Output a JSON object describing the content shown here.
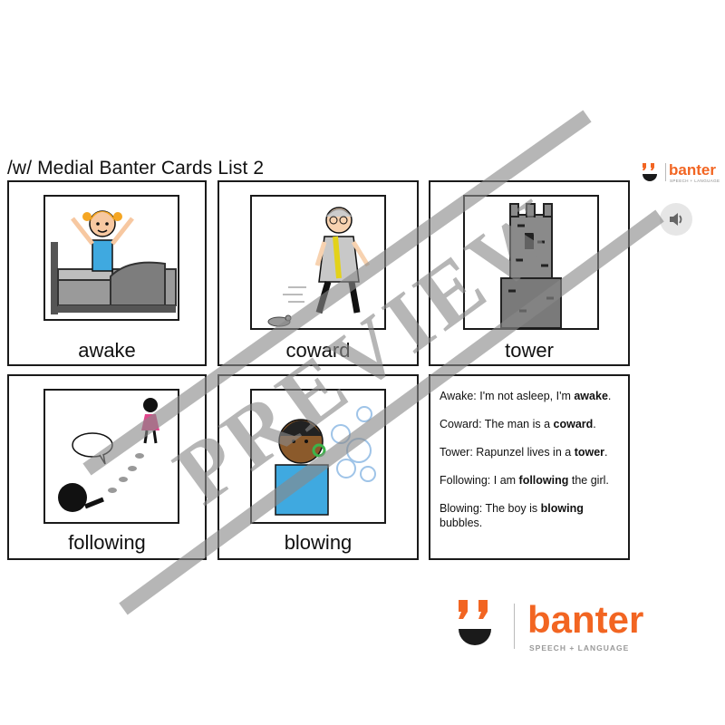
{
  "title": "/w/ Medial Banter Cards List 2",
  "brand": {
    "name": "banter",
    "tagline": "SPEECH + LANGUAGE",
    "color": "#f26522"
  },
  "cards": [
    {
      "label": "awake",
      "image": "girl-waking-in-bed-illustration"
    },
    {
      "label": "coward",
      "image": "man-scared-of-mouse-illustration"
    },
    {
      "label": "tower",
      "image": "stone-tower-illustration"
    },
    {
      "label": "following",
      "image": "girl-following-footprints-illustration"
    },
    {
      "label": "blowing",
      "image": "boy-blowing-bubbles-illustration"
    }
  ],
  "sentences": [
    {
      "prefix": "Awake: I'm not asleep, I'm ",
      "word": "awake",
      "suffix": "."
    },
    {
      "prefix": "Coward: The man is a ",
      "word": "coward",
      "suffix": "."
    },
    {
      "prefix": "Tower: Rapunzel lives in a ",
      "word": "tower",
      "suffix": "."
    },
    {
      "prefix": "Following: I am ",
      "word": "following",
      "suffix": " the girl."
    },
    {
      "prefix": "Blowing: The boy is ",
      "word": "blowing",
      "suffix": " bubbles."
    }
  ],
  "watermark": "PREVIEW",
  "icons": {
    "sound": "speaker-icon"
  }
}
